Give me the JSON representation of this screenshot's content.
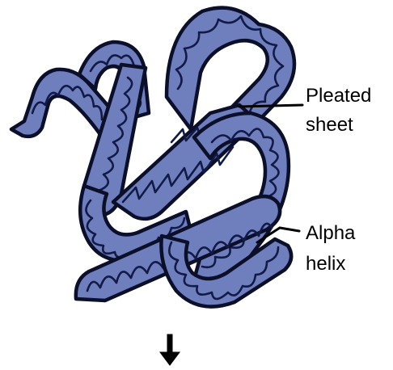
{
  "diagram": {
    "labels": {
      "pleated_line1": "Pleated",
      "pleated_line2": "sheet",
      "alpha_line1": "Alpha",
      "alpha_line2": "helix"
    },
    "colors": {
      "ribbon_fill": "#6f7fbd",
      "outline": "#0b0f2a",
      "coil": "#121a48",
      "background": "#ffffff"
    },
    "icons": [
      "down-arrow-icon"
    ]
  }
}
